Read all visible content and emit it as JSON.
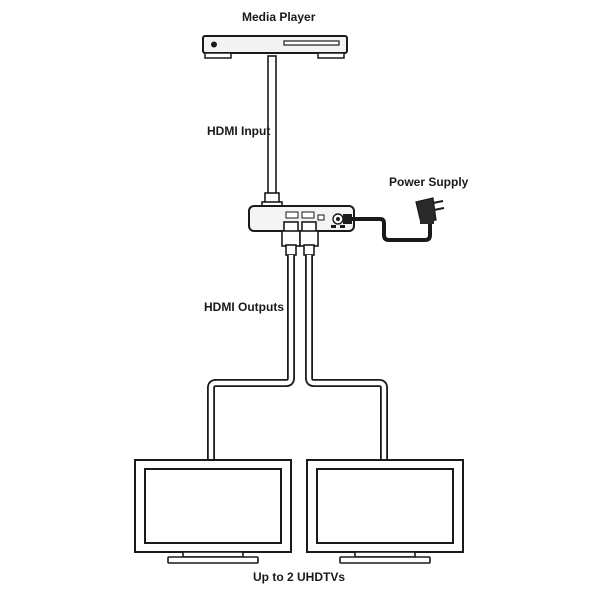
{
  "labels": {
    "media_player": "Media Player",
    "hdmi_input": "HDMI Input",
    "power_supply": "Power Supply",
    "hdmi_outputs": "HDMI Outputs",
    "displays": "Up to 2 UHDTVs"
  },
  "colors": {
    "stroke": "#1a1a1a",
    "cable_fill": "#ffffff",
    "device_fill": "#f2f2f2"
  }
}
